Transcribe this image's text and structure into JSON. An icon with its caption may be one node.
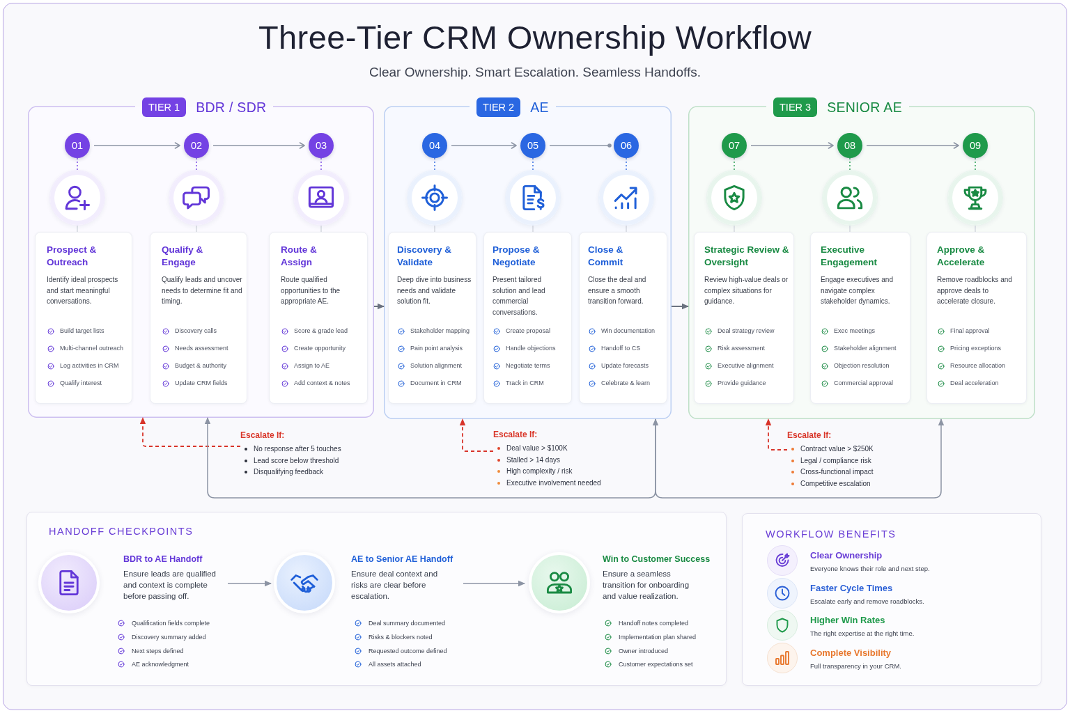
{
  "diagram": {
    "title": "Three-Tier CRM Ownership Workflow",
    "nodes": [
      {
        "text": [
          "TIER 1",
          "BDR / SDR"
        ]
      },
      {
        "text": [
          "01"
        ],
        "in": 0
      },
      {
        "text": [
          "02"
        ],
        "in": 0
      },
      {
        "text": [
          "03"
        ],
        "in": 0
      },
      {
        "text": [],
        "shape": "circle",
        "in": 0
      },
      {
        "text": [],
        "shape": "circle",
        "in": 0
      },
      {
        "text": [],
        "shape": "circle",
        "in": 0
      },
      {
        "text": [
          "Prospect & Outreach",
          "Identify ideal prospects and start meaningful conversations.",
          "Build target lists",
          "Multi-channel outreach",
          "Log activities in CRM",
          "Qualify interest"
        ],
        "in": 0
      },
      {
        "text": [
          "Qualify & Engage",
          "Qualify leads and uncover needs to determine fit and timing.",
          "Discovery calls",
          "Needs assessment",
          "Budget & authority",
          "Update CRM fields"
        ],
        "in": 0
      },
      {
        "text": [
          "Route & Assign",
          "Route qualified opportunities to the appropriate AE.",
          "Score & grade lead",
          "Create opportunity",
          "Assign to AE",
          "Add context & notes"
        ],
        "in": 0
      },
      {
        "text": [
          "TIER 2",
          "AE"
        ]
      },
      {
        "text": [
          "04"
        ],
        "in": 10
      },
      {
        "text": [
          "05"
        ],
        "in": 10
      },
      {
        "text": [
          "06"
        ],
        "in": 10
      },
      {
        "text": [],
        "shape": "circle",
        "in": 10
      },
      {
        "text": [],
        "shape": "circle",
        "in": 10
      },
      {
        "text": [],
        "shape": "circle",
        "in": 10
      },
      {
        "text": [
          "Discovery & Validate",
          "Deep dive into business needs and validate solution fit.",
          "Stakeholder mapping",
          "Pain point analysis",
          "Solution alignment",
          "Document in CRM"
        ],
        "in": 10
      },
      {
        "text": [
          "Propose & Negotiate",
          "Present tailored solution and lead commercial conversations.",
          "Create proposal",
          "Handle objections",
          "Negotiate terms",
          "Track in CRM"
        ],
        "in": 10
      },
      {
        "text": [
          "Close & Commit",
          "Close the deal and ensure a smooth transition forward.",
          "Win documentation",
          "Handoff to CS",
          "Update forecasts",
          "Celebrate & learn"
        ],
        "in": 10
      },
      {
        "text": [
          "TIER 3",
          "SENIOR AE"
        ]
      },
      {
        "text": [
          "07"
        ],
        "in": 20
      },
      {
        "text": [
          "08"
        ],
        "in": 20
      },
      {
        "text": [
          "09"
        ],
        "in": 20
      },
      {
        "text": [],
        "shape": "circle",
        "in": 20
      },
      {
        "text": [],
        "shape": "circle",
        "in": 20
      },
      {
        "text": [],
        "shape": "circle",
        "in": 20
      },
      {
        "text": [
          "Strategic Review & Oversight",
          "Review high-value deals or complex situations for guidance.",
          "Deal strategy review",
          "Risk assessment",
          "Executive alignment",
          "Provide guidance"
        ],
        "in": 20
      },
      {
        "text": [
          "Executive Engagement",
          "Engage executives and navigate complex stakeholder dynamics.",
          "Exec meetings",
          "Stakeholder alignment",
          "Objection resolution",
          "Commercial approval"
        ],
        "in": 20
      },
      {
        "text": [
          "Approve & Accelerate",
          "Remove roadblocks and approve deals to accelerate closure.",
          "Final approval",
          "Pricing exceptions",
          "Resource allocation",
          "Deal acceleration"
        ],
        "in": 20
      },
      {
        "text": [
          "Escalate If:",
          "No response after 5 touches",
          "Lead score below threshold",
          "Disqualifying feedback"
        ]
      },
      {
        "text": [
          "Escalate If:",
          "Deal value > $100K",
          "Stalled > 14 days",
          "High complexity / risk",
          "Executive involvement needed"
        ]
      },
      {
        "text": [
          "Escalate If:",
          "Contract value > $250K",
          "Legal / compliance risk",
          "Cross-functional impact",
          "Competitive escalation"
        ]
      },
      {
        "text": [
          "HANDOFF CHECKPOINTS"
        ]
      },
      {
        "text": [
          "BDR to AE Handoff",
          "Ensure leads are qualified and context is complete before passing off.",
          "Qualification fields complete",
          "Discovery summary added",
          "Next steps defined",
          "AE acknowledgment"
        ],
        "in": 33
      },
      {
        "text": [
          "AE to Senior AE Handoff",
          "Ensure deal context and risks are clear before escalation.",
          "Deal summary documented",
          "Risks & blockers noted",
          "Requested outcome defined",
          "All assets attached"
        ],
        "in": 33
      },
      {
        "text": [
          "Win to Customer Success",
          "Ensure a seamless transition for onboarding and value realization.",
          "Handoff notes completed",
          "Implementation plan shared",
          "Owner introduced",
          "Customer expectations set"
        ],
        "in": 33
      },
      {
        "text": [
          "WORKFLOW BENEFITS",
          "Clear Ownership",
          "Everyone knows their role and next step.",
          "Faster Cycle Times",
          "Escalate early and remove roadblocks.",
          "Higher Win Rates",
          "The right expertise at the right time.",
          "Complete Visibility",
          "Full transparency in your CRM."
        ]
      }
    ],
    "edges": [
      {
        "from": 1,
        "to": 2,
        "arrow": "to"
      },
      {
        "from": 2,
        "to": 3,
        "arrow": "to"
      },
      {
        "from": 1,
        "to": 4,
        "arrow": "none",
        "style": "dashed",
        "color": "#7442e4"
      },
      {
        "from": 2,
        "to": 5,
        "arrow": "none",
        "style": "dashed",
        "color": "#7442e4"
      },
      {
        "from": 3,
        "to": 6,
        "arrow": "none",
        "style": "dashed",
        "color": "#7442e4"
      },
      {
        "from": 4,
        "to": 7,
        "arrow": "none",
        "color": "#d3d7df"
      },
      {
        "from": 5,
        "to": 8,
        "arrow": "none",
        "color": "#d3d7df"
      },
      {
        "from": 6,
        "to": 9,
        "arrow": "none",
        "color": "#d3d7df"
      },
      {
        "from": 11,
        "to": 12,
        "arrow": "to"
      },
      {
        "from": 12,
        "to": 13,
        "arrow": "other"
      },
      {
        "from": 11,
        "to": 14,
        "arrow": "none",
        "style": "dashed",
        "color": "#2a67e2"
      },
      {
        "from": 12,
        "to": 15,
        "arrow": "none",
        "style": "dashed",
        "color": "#2a67e2"
      },
      {
        "from": 13,
        "to": 16,
        "arrow": "none",
        "style": "dashed",
        "color": "#2a67e2"
      },
      {
        "from": 14,
        "to": 17,
        "arrow": "none",
        "color": "#d3d7df"
      },
      {
        "from": 15,
        "to": 18,
        "arrow": "none",
        "color": "#d3d7df"
      },
      {
        "from": 16,
        "to": 19,
        "arrow": "none",
        "color": "#d3d7df"
      },
      {
        "from": 21,
        "to": 22,
        "arrow": "to"
      },
      {
        "from": 22,
        "to": 23,
        "arrow": "to"
      },
      {
        "from": 21,
        "to": 24,
        "arrow": "none",
        "style": "dashed",
        "color": "#1f9a4b"
      },
      {
        "from": 22,
        "to": 25,
        "arrow": "none",
        "style": "dashed",
        "color": "#1f9a4b"
      },
      {
        "from": 23,
        "to": 26,
        "arrow": "none",
        "style": "dashed",
        "color": "#1f9a4b"
      },
      {
        "from": 24,
        "to": 27,
        "arrow": "none",
        "color": "#d3d7df"
      },
      {
        "from": 25,
        "to": 28,
        "arrow": "none",
        "color": "#d3d7df"
      },
      {
        "from": 26,
        "to": 29,
        "arrow": "none",
        "color": "#d3d7df"
      },
      {
        "from": 0,
        "to": 10,
        "arrow": "to",
        "color": "#6b7280"
      },
      {
        "from": 10,
        "to": 20,
        "arrow": "to",
        "color": "#6b7280"
      },
      {
        "from": 30,
        "to": 0,
        "arrow": "to",
        "style": "dashed",
        "color": "#d8342a"
      },
      {
        "from": 31,
        "to": 10,
        "arrow": "to",
        "style": "dashed",
        "color": "#d8342a"
      },
      {
        "from": 32,
        "to": 20,
        "arrow": "to",
        "style": "dashed",
        "color": "#d8342a"
      },
      {
        "from": 0,
        "to": 10,
        "arrow": "both"
      },
      {
        "from": 10,
        "to": 20,
        "arrow": "to"
      },
      {
        "from": 34,
        "to": 35,
        "arrow": "to"
      },
      {
        "from": 35,
        "to": 36,
        "arrow": "to"
      }
    ],
    "labels": [
      "Clear Ownership. Smart Escalation. Seamless Handoffs."
    ]
  }
}
